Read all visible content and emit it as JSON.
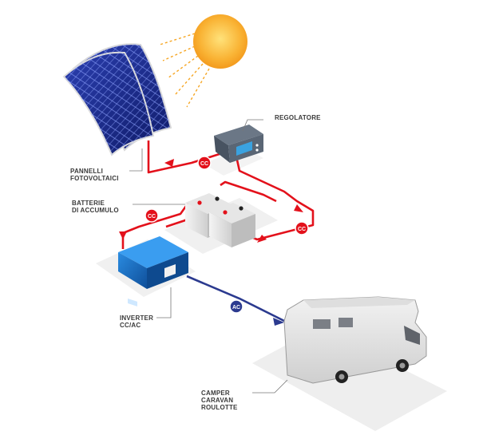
{
  "labels": {
    "panels": "PANNELLI\nFOTOVOLTAICI",
    "regulator": "REGOLATORE",
    "batteries": "BATTERIE\nDI ACCUMULO",
    "inverter": "INVERTER\nCC/AC",
    "camper": "CAMPER\nCARAVAN\nROULOTTE"
  },
  "badges": {
    "cc": "CC",
    "ac": "AC"
  },
  "colors": {
    "dc_wire": "#e3111b",
    "ac_wire": "#2b3a8f",
    "sun": "#f9b233",
    "panel": "#1b2a8a",
    "inverter": "#1a6fc1"
  }
}
